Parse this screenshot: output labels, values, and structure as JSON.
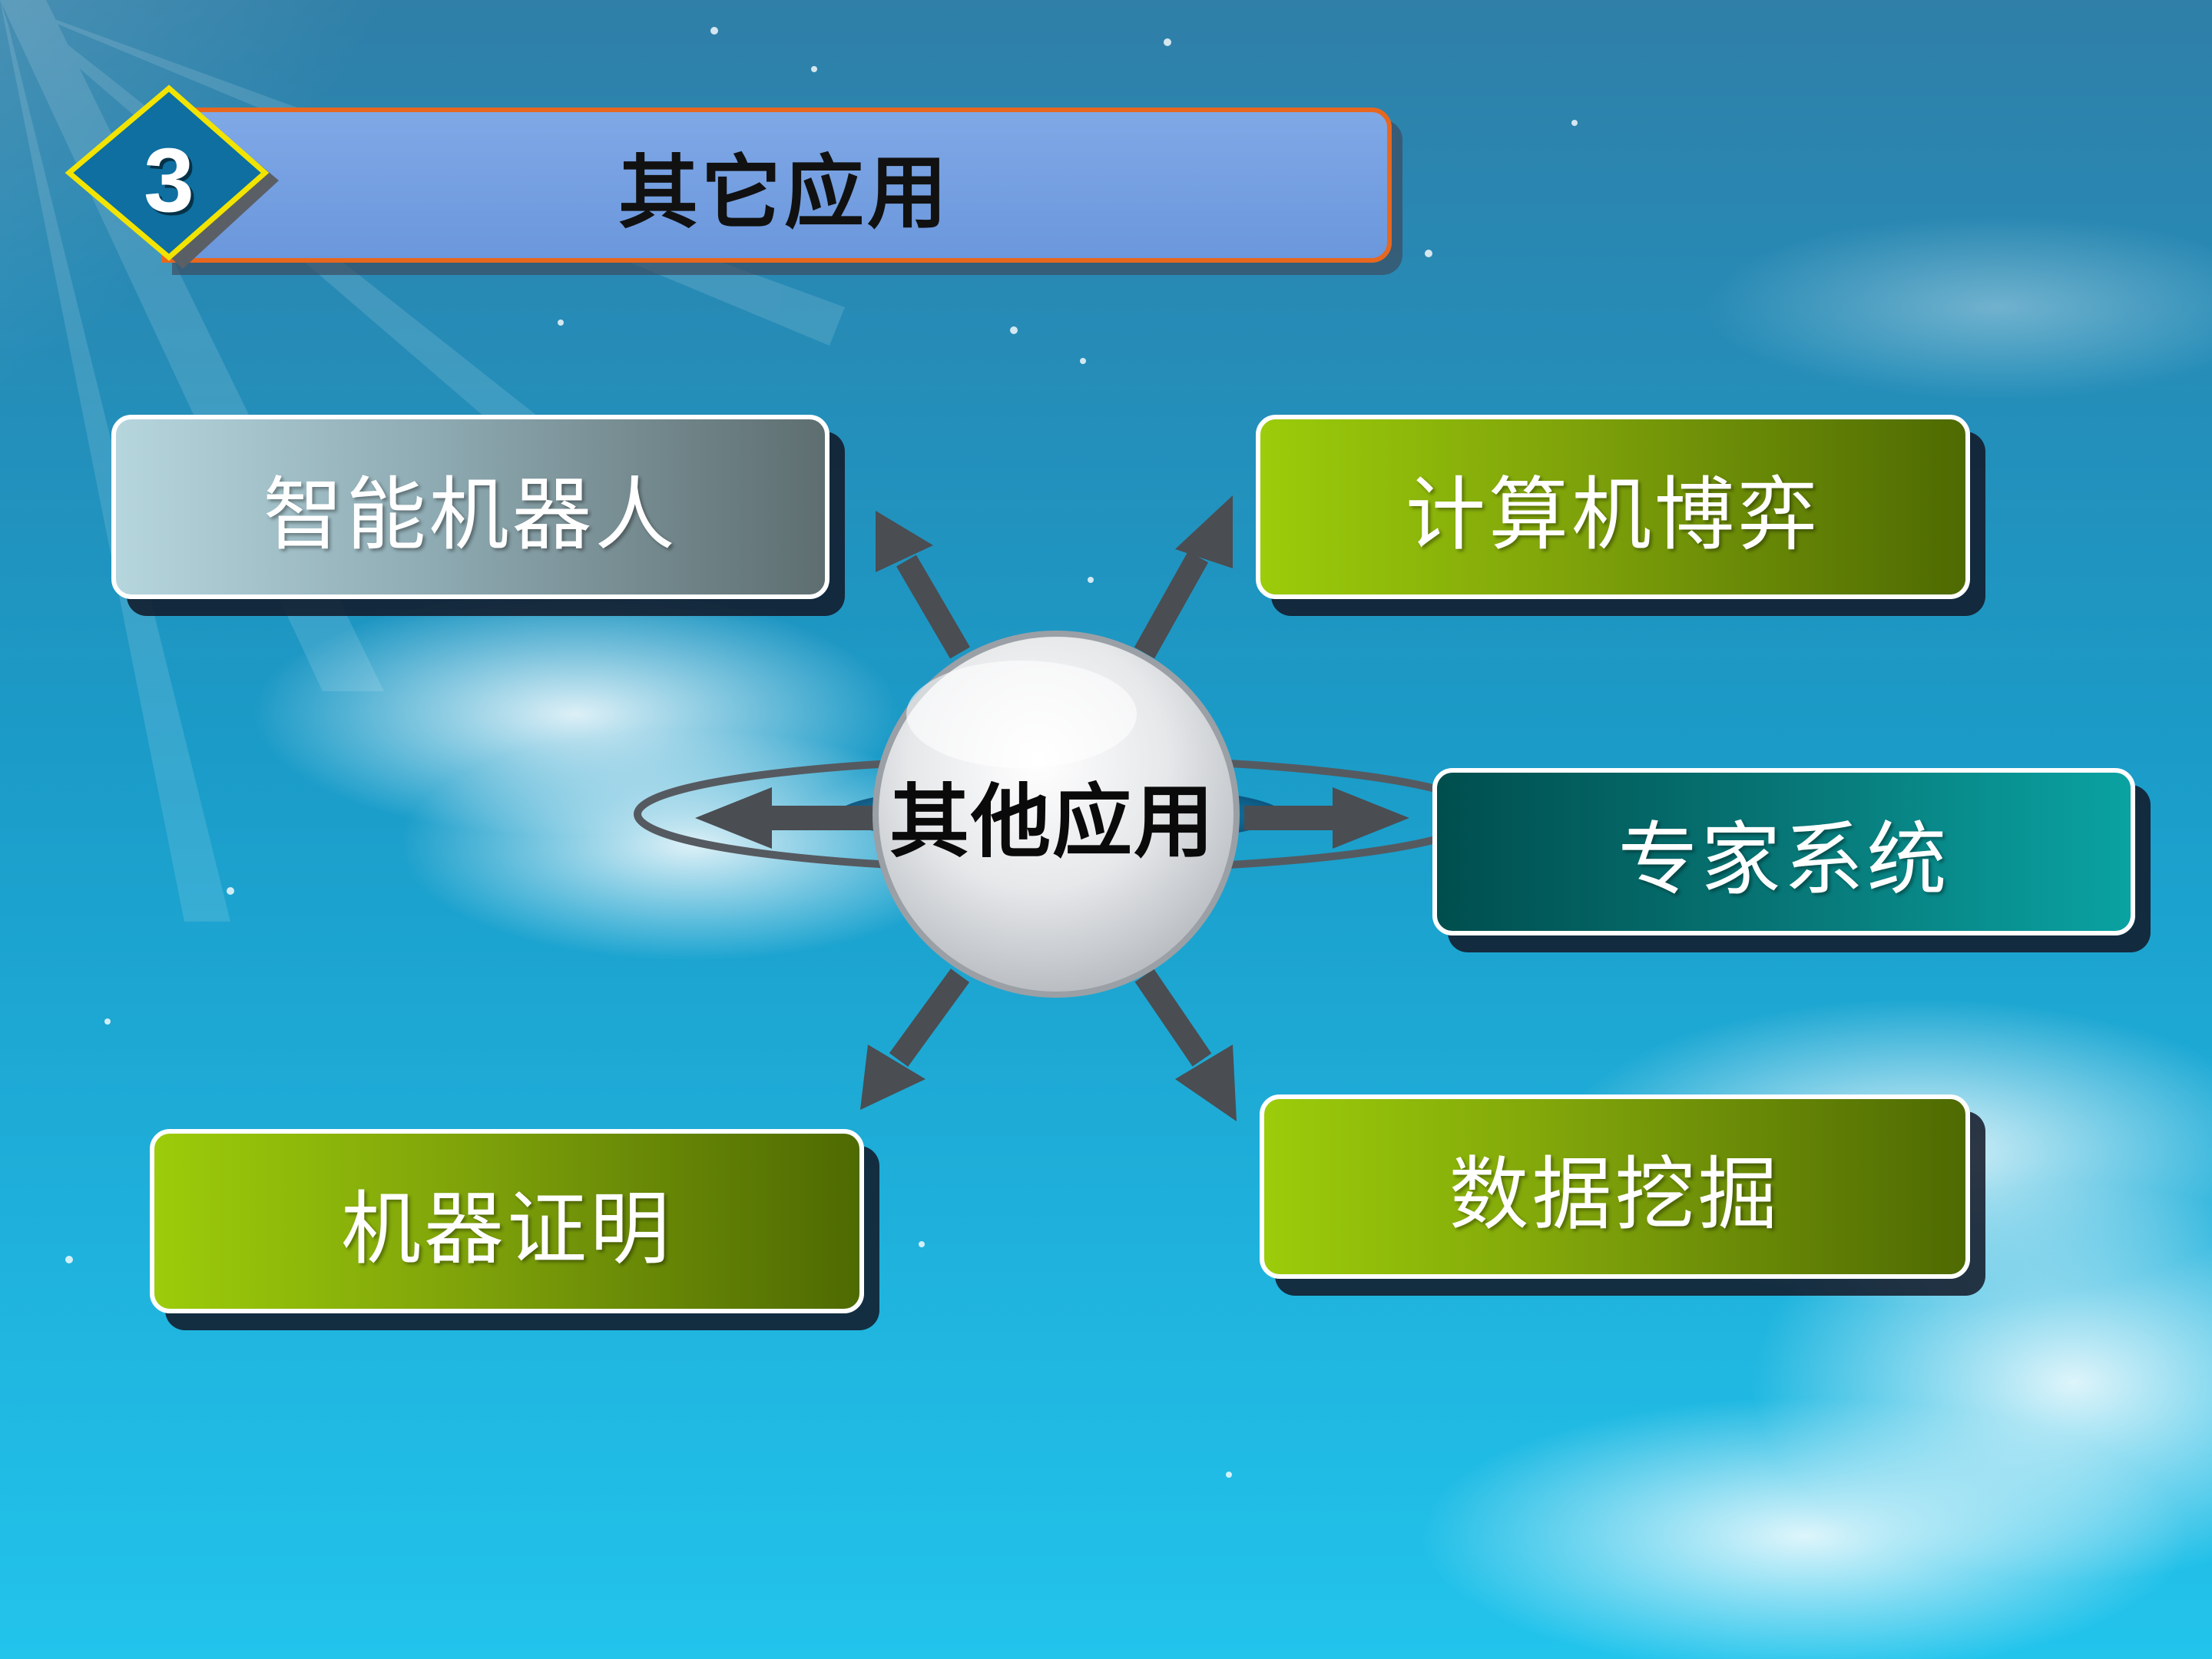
{
  "slide": {
    "badge_number": "3",
    "title": "其它应用"
  },
  "hub": {
    "label": "其他应用"
  },
  "nodes": {
    "robot": "智能机器人",
    "game": "计算机博弈",
    "expert": "专家系统",
    "proof": "机器证明",
    "mining": "数据挖掘"
  },
  "colors": {
    "title_fill": "#6b97dc",
    "title_border": "#e8671e",
    "badge_fill": "#0e6fa0",
    "badge_border": "#f2e400",
    "green_box": "#8cb800",
    "teal_box": "#007a7a",
    "gray_box": "#8eaab2",
    "arrow": "#4a4d52"
  }
}
